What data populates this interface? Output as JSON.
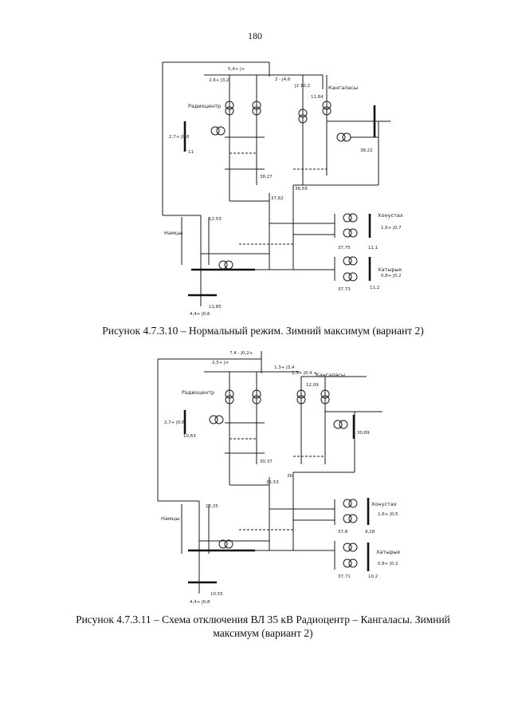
{
  "page_number": "180",
  "figures": [
    {
      "caption": "Рисунок 4.7.3.10 – Нормальный режим. Зимний максимум (вариант 2)",
      "labels": {
        "radiocentr": "Радиоцентр",
        "kangalassy": "Кангаласы",
        "namtsy": "Намцы",
        "khatyryk": "Хатырык",
        "konstakh": "Хонустах",
        "flow_top": "5,4+ J+",
        "flow_top2": "2,6+ J3,2",
        "flow_mid": "2 - J4,6",
        "flow_kang": "J2 10,2",
        "flow_radio_left": "2,7+ J0,6",
        "flow_namtsy": "4,4+ J0,6",
        "flow_konst": "1,6+ J0,7",
        "flow_khat": "0,8+ J0,2",
        "v_radio": "11",
        "v_3327": "38,27",
        "v_3762": "37,62",
        "v_3659": "36,59",
        "v_3822": "38,22",
        "v_1253": "12,53",
        "v_1185": "11,85",
        "v_3775": "37,75",
        "v_3773": "37,73",
        "v_1143": "11,84",
        "v_1132": "11,2",
        "v_1102": "11,1"
      }
    },
    {
      "caption": "Рисунок 4.7.3.11 – Схема отключения ВЛ 35 кВ Радиоцентр – Кангаласы. Зимний максимум (вариант 2)",
      "labels": {
        "radiocentr": "Радиоцентр",
        "kangalassy": "Кангаласы",
        "namtsy": "Намцы",
        "khatyryk": "Хатырык",
        "konstakh": "Хонустах",
        "flow_top": "7,4 - J0,2+",
        "flow_top2": "2,5+ J+",
        "flow_mid": "1,3+ J3,4",
        "flow_kang": "1,3+ J0,4 +",
        "flow_radio_left": "2,7+ J0,6",
        "flow_namtsy": "4,4+ J0,8",
        "flow_konst": "1,6+ J0,5",
        "flow_khat": "0,8+ J0,2",
        "v_radio": "10,63",
        "v_3327": "30,37",
        "v_3762": "35,53",
        "v_3659": "36",
        "v_3822": "30,89",
        "v_1253": "12,25",
        "v_1185": "10,55",
        "v_3775": "37,8",
        "v_3773": "37,71",
        "v_1143": "12,09",
        "v_1132": "10,2",
        "v_1102": "9,28"
      }
    }
  ]
}
